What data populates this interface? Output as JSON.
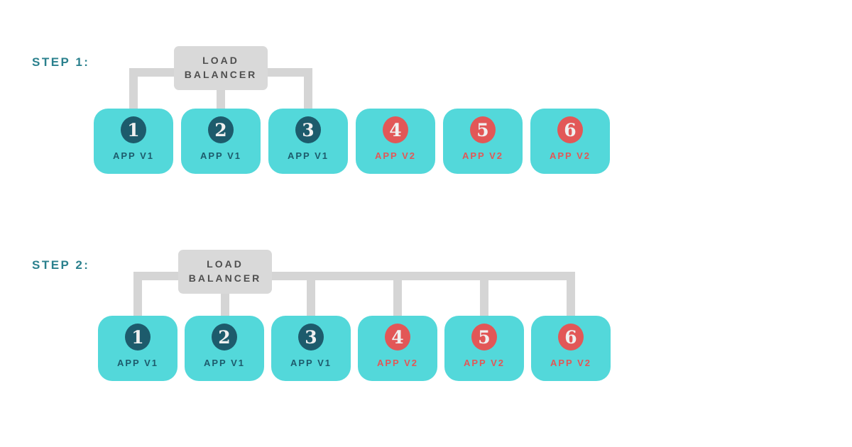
{
  "diagram": {
    "colors": {
      "box_turquoise": "#53d8da",
      "teal_dark": "#1d5b6c",
      "red": "#e25757",
      "connector_gray": "#d5d5d5",
      "lb_box_gray": "#d9d9d9",
      "lb_text": "#4f4f4f",
      "step_label": "#2a808d",
      "numeral_white": "#f0f0f0"
    },
    "steps": [
      {
        "label": "STEP 1:",
        "load_balancer": "LOAD BALANCER",
        "connected_nodes": [
          "1",
          "2",
          "3"
        ],
        "nodes": [
          {
            "number": "1",
            "label": "APP V1",
            "variant": "v1"
          },
          {
            "number": "2",
            "label": "APP V1",
            "variant": "v1"
          },
          {
            "number": "3",
            "label": "APP V1",
            "variant": "v1"
          },
          {
            "number": "4",
            "label": "APP V2",
            "variant": "v2"
          },
          {
            "number": "5",
            "label": "APP V2",
            "variant": "v2"
          },
          {
            "number": "6",
            "label": "APP V2",
            "variant": "v2"
          }
        ]
      },
      {
        "label": "STEP 2:",
        "load_balancer": "LOAD BALANCER",
        "connected_nodes": [
          "1",
          "2",
          "3",
          "4",
          "5",
          "6"
        ],
        "nodes": [
          {
            "number": "1",
            "label": "APP V1",
            "variant": "v1"
          },
          {
            "number": "2",
            "label": "APP V1",
            "variant": "v1"
          },
          {
            "number": "3",
            "label": "APP V1",
            "variant": "v1"
          },
          {
            "number": "4",
            "label": "APP V2",
            "variant": "v2"
          },
          {
            "number": "5",
            "label": "APP V2",
            "variant": "v2"
          },
          {
            "number": "6",
            "label": "APP V2",
            "variant": "v2"
          }
        ]
      }
    ]
  }
}
